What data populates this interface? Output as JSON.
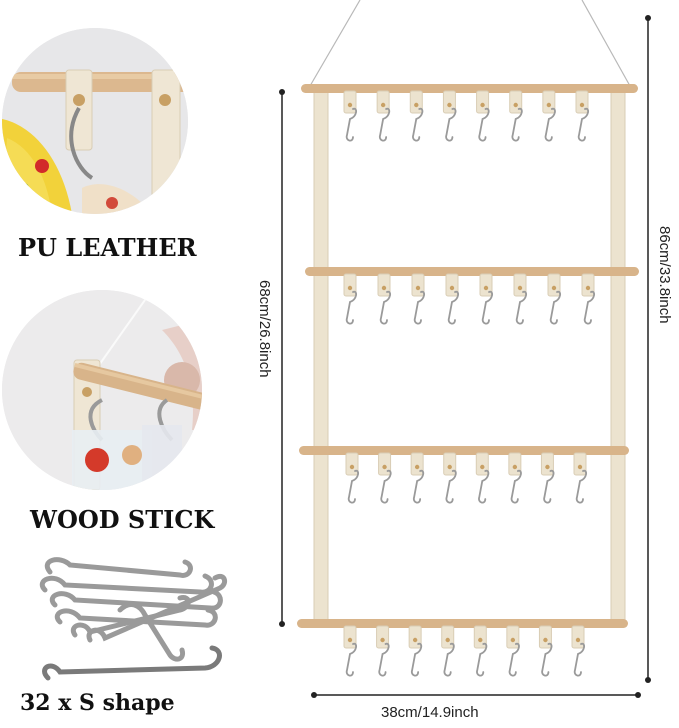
{
  "features": {
    "leather_label": "PU LEATHER",
    "wood_label": "WOOD STICK",
    "hooks_label": "32 x S shape"
  },
  "dimensions": {
    "inner_height": "68cm/26.8inch",
    "total_height": "86cm/33.8inch",
    "width": "38cm/14.9inch"
  },
  "colors": {
    "wood": "#d8b48a",
    "leather": "#ece3cf",
    "metal": "#9a9a9a"
  }
}
